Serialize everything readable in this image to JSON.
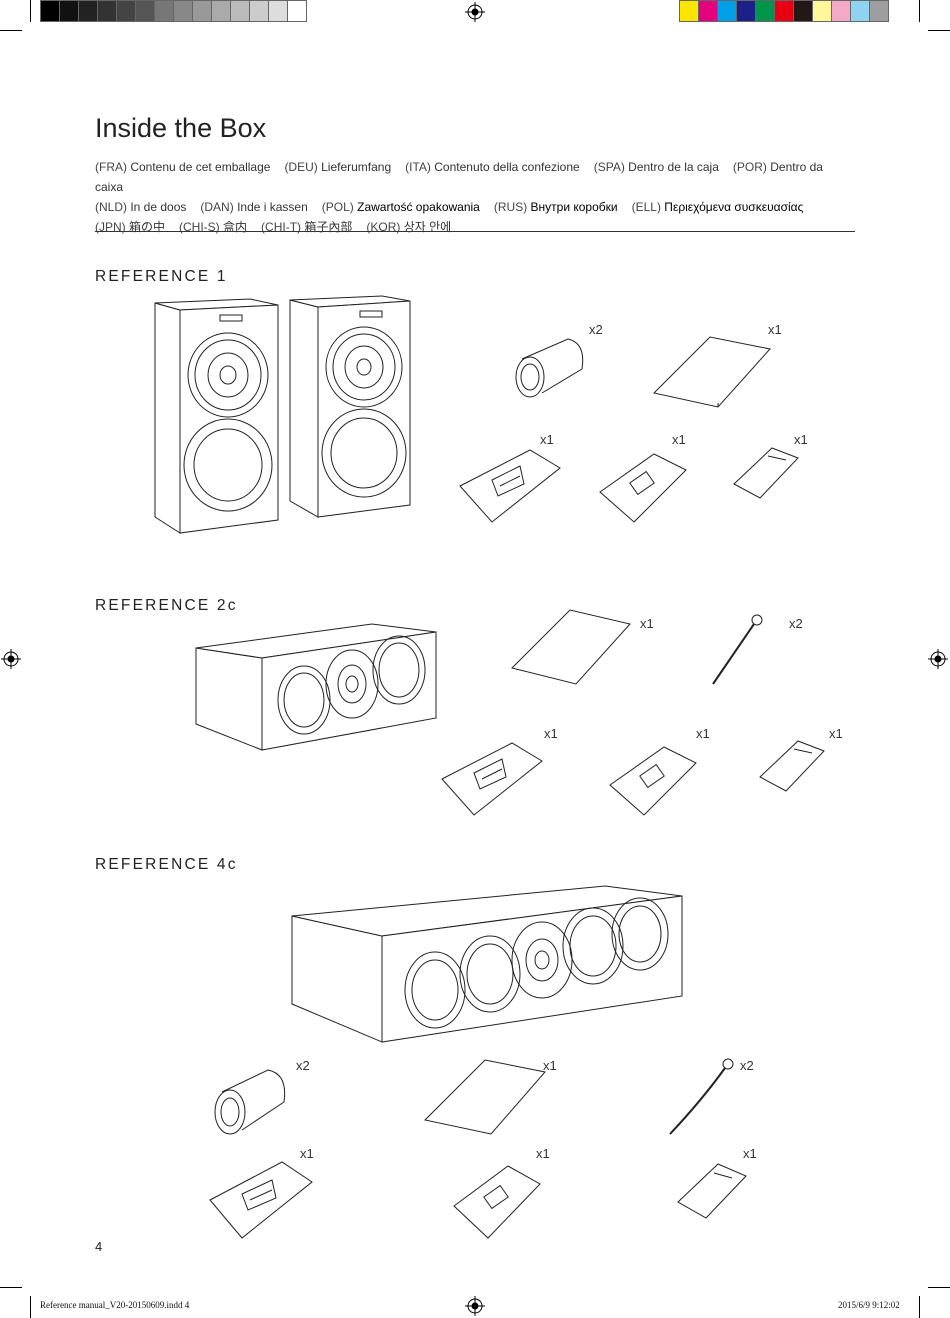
{
  "colors": {
    "gray_bar": [
      "#000000",
      "#111111",
      "#222222",
      "#333333",
      "#444444",
      "#555555",
      "#777777",
      "#888888",
      "#999999",
      "#aaaaaa",
      "#bbbbbb",
      "#cccccc",
      "#dddddd",
      "#ffffff"
    ],
    "color_bar": [
      "#ffe600",
      "#e5007e",
      "#00a0e9",
      "#1d2088",
      "#00954a",
      "#e60012",
      "#231815",
      "#fff799",
      "#f5a9c8",
      "#8fd3f0",
      "#9e9e9e"
    ]
  },
  "header": {
    "title": "Inside the Box",
    "languages": [
      {
        "code": "(FRA)",
        "term": "Contenu de cet emballage"
      },
      {
        "code": "(DEU)",
        "term": "Lieferumfang"
      },
      {
        "code": "(ITA)",
        "term": "Contenuto della confezione"
      },
      {
        "code": "(SPA)",
        "term": "Dentro de la caja"
      },
      {
        "code": "(POR)",
        "term": "Dentro da caixa"
      },
      {
        "code": "(NLD)",
        "term": "In de doos"
      },
      {
        "code": "(DAN)",
        "term": "Inde i kassen"
      },
      {
        "code": "(POL)",
        "term": "Zawartość opakowania"
      },
      {
        "code": "(RUS)",
        "term": "Внутри коробки"
      },
      {
        "code": "(ELL)",
        "term": "Περιεχόμενα συσκευασίας"
      },
      {
        "code": "(JPN)",
        "term": "箱の中"
      },
      {
        "code": "(CHI-S)",
        "term": "盒内"
      },
      {
        "code": "(CHI-T)",
        "term": "箱子內部"
      },
      {
        "code": "(KOR)",
        "term": "상자 안에"
      }
    ]
  },
  "sections": [
    {
      "title": "REFERENCE 1",
      "quantities": [
        "x2",
        "x1",
        "x1",
        "x1",
        "x1"
      ]
    },
    {
      "title": "REFERENCE 2c",
      "quantities": [
        "x1",
        "x2",
        "x1",
        "x1",
        "x1"
      ]
    },
    {
      "title": "REFERENCE 4c",
      "quantities": [
        "x2",
        "x1",
        "x2",
        "x1",
        "x1",
        "x1"
      ]
    }
  ],
  "page_number": "4",
  "footer": {
    "file": "Reference manual_V20-20150609.indd   4",
    "timestamp": "2015/6/9   9:12:02"
  }
}
